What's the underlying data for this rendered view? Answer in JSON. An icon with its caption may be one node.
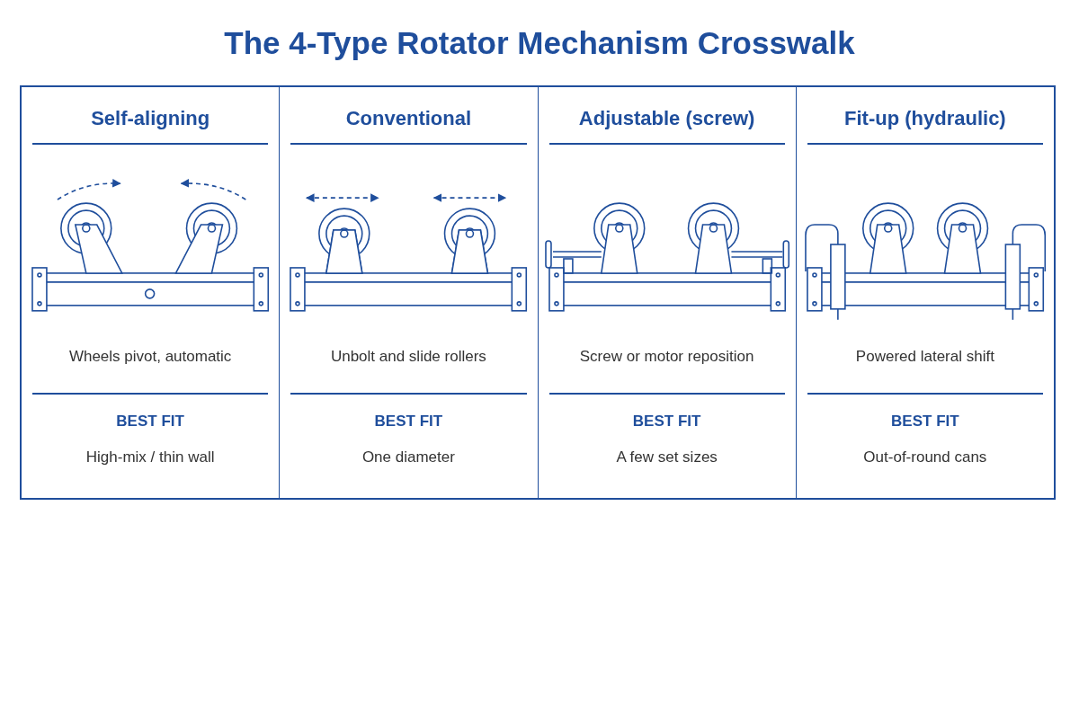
{
  "diagram": {
    "title": "The 4-Type Rotator Mechanism Crosswalk",
    "labels": [
      "Self-aligning",
      "Conventional",
      "Adjustable (screw)",
      "Fit-up (hydraulic)",
      "Wheels pivot, automatic",
      "Unbolt and slide rollers",
      "Screw or motor reposition",
      "Powered lateral shift",
      "BEST FIT",
      "BEST FIT",
      "BEST FIT",
      "BEST FIT",
      "High-mix / thin wall",
      "One diameter",
      "A few set sizes",
      "Out-of-round cans"
    ]
  }
}
